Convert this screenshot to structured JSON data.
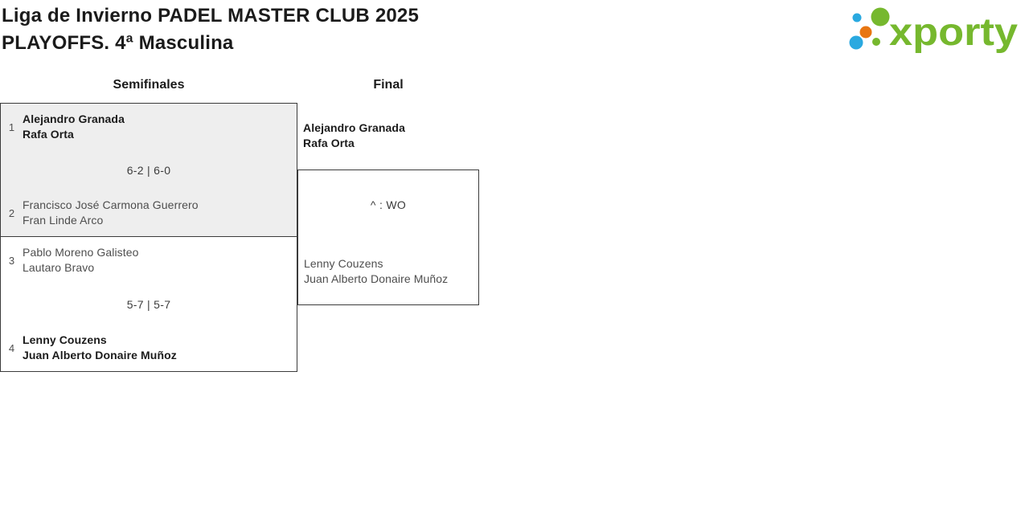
{
  "header": {
    "title_lines": [
      "Liga de Invierno PADEL MASTER CLUB 2025",
      "PLAYOFFS. 4ª Masculina"
    ],
    "logo": {
      "text": "xporty"
    }
  },
  "colors": {
    "logo_green": "#76b82e",
    "logo_blue": "#2aa9e0",
    "logo_orange": "#e87611",
    "box_border": "#3b3b3b",
    "match_alt_bg": "#eeeeee"
  },
  "bracket": {
    "rounds": [
      {
        "label": "Semifinales"
      },
      {
        "label": "Final"
      }
    ],
    "semifinals": [
      {
        "top": {
          "seed": "1",
          "players": [
            "Alejandro Granada",
            "Rafa Orta"
          ],
          "winner": true
        },
        "score": "6-2 | 6-0",
        "bottom": {
          "seed": "2",
          "players": [
            "Francisco José Carmona Guerrero",
            "Fran Linde Arco"
          ],
          "winner": false
        }
      },
      {
        "top": {
          "seed": "3",
          "players": [
            "Pablo Moreno Galisteo",
            "Lautaro Bravo"
          ],
          "winner": false
        },
        "score": "5-7 | 5-7",
        "bottom": {
          "seed": "4",
          "players": [
            "Lenny Couzens",
            "Juan Alberto Donaire Muñoz"
          ],
          "winner": true
        }
      }
    ],
    "final": {
      "top": {
        "players": [
          "Alejandro Granada",
          "Rafa Orta"
        ],
        "winner": true
      },
      "score": "^ : WO",
      "bottom": {
        "players": [
          "Lenny Couzens",
          "Juan Alberto Donaire Muñoz"
        ],
        "winner": false
      }
    }
  }
}
